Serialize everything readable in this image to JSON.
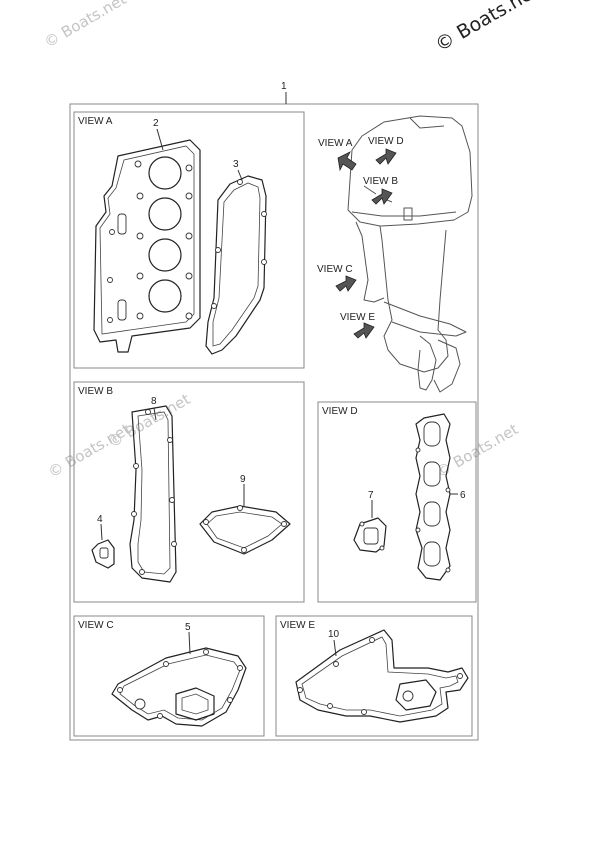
{
  "copyright": "© Boats.net",
  "watermark": "© Boats.net",
  "callouts": {
    "c1": "1",
    "c2": "2",
    "c3": "3",
    "c4": "4",
    "c5": "5",
    "c6": "6",
    "c7": "7",
    "c8": "8",
    "c9": "9",
    "c10": "10"
  },
  "views": {
    "a": "VIEW A",
    "b": "VIEW B",
    "c": "VIEW C",
    "d": "VIEW D",
    "e": "VIEW E"
  }
}
